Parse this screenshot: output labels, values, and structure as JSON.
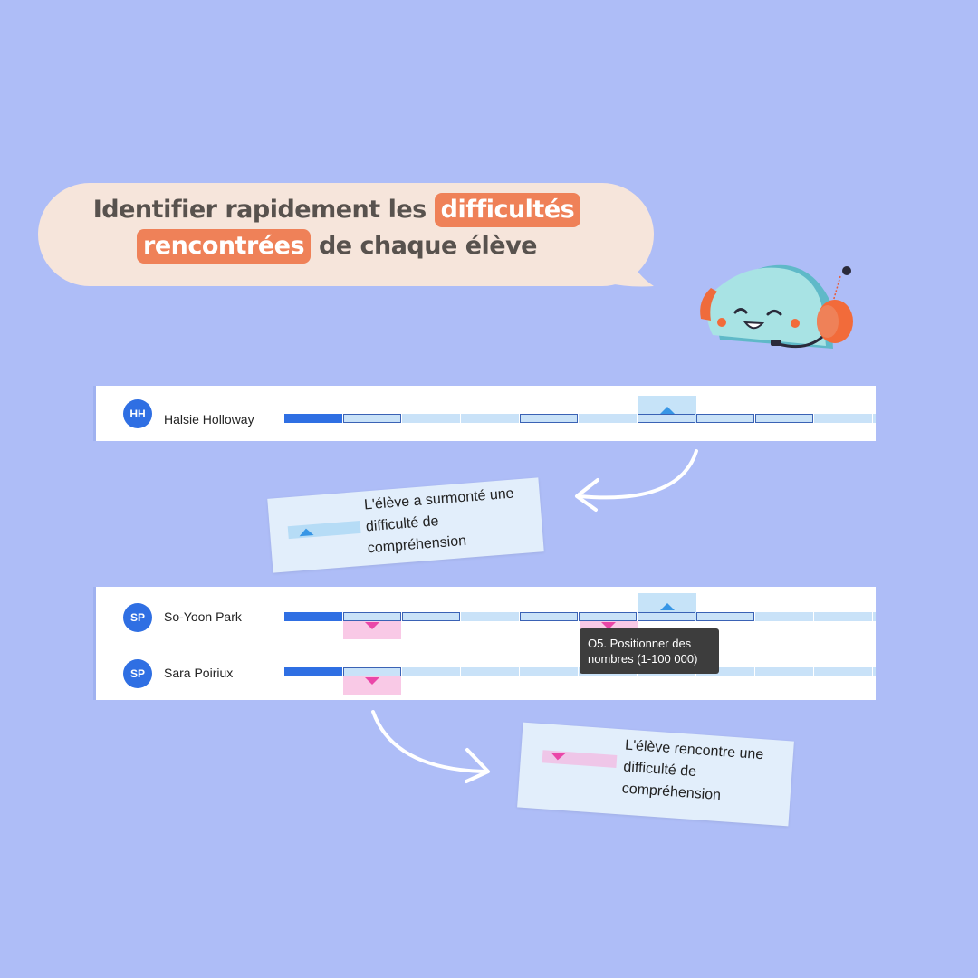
{
  "headline": {
    "part1": "Identifier rapidement les ",
    "highlight1": "difficultés",
    "highlight2": "rencontrées",
    "part2": " de chaque élève"
  },
  "students": [
    {
      "initials": "HH",
      "name": "Halsie Holloway"
    },
    {
      "initials": "SP",
      "name": "So-Yoon Park"
    },
    {
      "initials": "SP",
      "name": "Sara Poiriux"
    }
  ],
  "tooltip": {
    "text": "O5. Positionner des nombres (1-100 000)"
  },
  "legend": {
    "overcome": {
      "line1": "L'élève a surmonté une",
      "line2": "difficulté de",
      "line3": "compréhension"
    },
    "encounter": {
      "line1": "L'élève rencontre une",
      "line2": "difficulté de",
      "line3": "compréhension"
    }
  },
  "colors": {
    "background": "#aebdf7",
    "bubble": "#f6e5db",
    "accent": "#ef8158",
    "avatar": "#2f6fe3",
    "progress_done": "#2f6fe3",
    "progress_todo": "#c9e2f8",
    "overcome_marker": "#3796e6",
    "difficulty_marker": "#ea46a8"
  },
  "icons": {
    "mascot": "robot-with-headset-icon",
    "overcome": "triangle-up-icon",
    "difficulty": "triangle-down-icon",
    "pointer": "curved-arrow-icon"
  }
}
